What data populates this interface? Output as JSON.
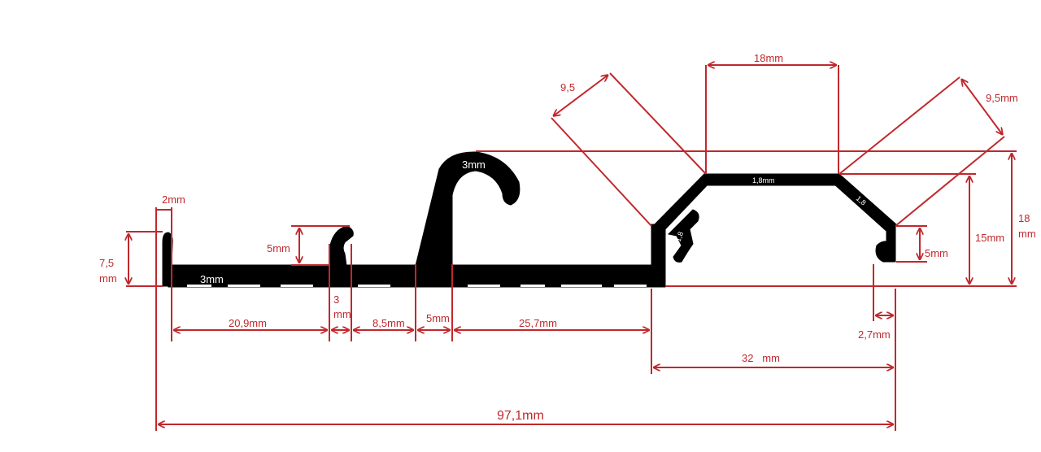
{
  "dimensions": {
    "d_2mm": "2mm",
    "d_7_5": "7,5",
    "d_7_5_unit": "mm",
    "d_5mm_hook": "5mm",
    "d_3_slot": "3",
    "d_3_slot_unit": "mm",
    "d_20_9": "20,9mm",
    "d_8_5": "8,5mm",
    "d_5mm_post": "5mm",
    "d_25_7": "25,7mm",
    "d_9_5_left": "9,5",
    "d_18mm_top": "18mm",
    "d_9_5_right": "9,5mm",
    "d_18_right": "18",
    "d_18_right_unit": "mm",
    "d_15mm": "15mm",
    "d_5mm_right": "5mm",
    "d_2_7": "2,7mm",
    "d_32": "32   mm",
    "d_97_1": "97,1mm"
  },
  "profile_labels": {
    "base_thickness": "3mm",
    "hook_thickness": "3mm",
    "top_wall": "1,8mm",
    "right_wall": "1,8",
    "left_wall": "1,8"
  },
  "colors": {
    "dimension": "#c0282d",
    "profile": "#000000",
    "background": "#ffffff"
  }
}
